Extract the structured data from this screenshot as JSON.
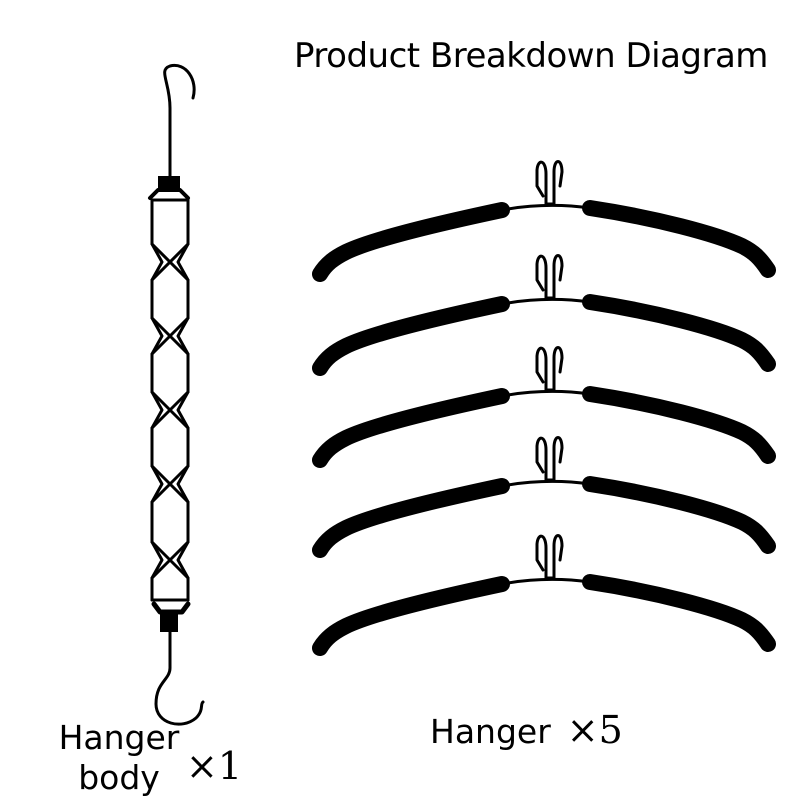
{
  "title": "Product Breakdown Diagram",
  "parts": [
    {
      "name_lines": [
        "Hanger",
        "body"
      ],
      "quantity": "×1",
      "icon": "hanger-body-chain-icon"
    },
    {
      "name": "Hanger",
      "quantity": "×5",
      "count": 5,
      "icon": "coat-hanger-icon"
    }
  ],
  "colors": {
    "ink": "#000000",
    "background": "#ffffff"
  }
}
